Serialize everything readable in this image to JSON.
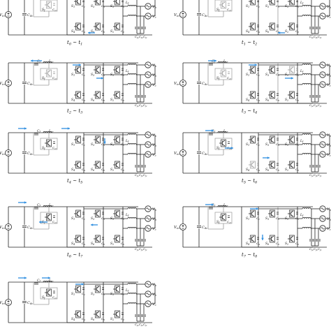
{
  "figure": {
    "labels": {
      "vin": "V_in",
      "cdc": "C_dc",
      "cf": "C_f",
      "lcr": "L_cr",
      "sf": "S_f",
      "ccr": "C_cr",
      "lf": "L_f",
      "cfa": "C_fa",
      "cfb": "C_fb",
      "cfc": "C_fc",
      "va": "V_a",
      "vb": "V_b",
      "vc": "V_c",
      "s1": "S_1",
      "s3": "S_3",
      "s5": "S_5",
      "s4": "S_4",
      "s6": "S_6",
      "s2": "S_2",
      "c1": "C_1",
      "c3": "C_3",
      "c5": "C_5",
      "c4": "C_4",
      "c6": "C_6",
      "c2": "C_2"
    },
    "panels": [
      {
        "id": "p1",
        "caption": "t0 ~ t1"
      },
      {
        "id": "p2",
        "caption": "t1 ~ t2"
      },
      {
        "id": "p3",
        "caption": "t2 ~ t3"
      },
      {
        "id": "p4",
        "caption": "t3 ~ t4"
      },
      {
        "id": "p5",
        "caption": "t4 ~ t5"
      },
      {
        "id": "p6",
        "caption": "t5 ~ t6"
      },
      {
        "id": "p7",
        "caption": "t6 ~ t7"
      },
      {
        "id": "p8",
        "caption": "t7 ~ t8"
      },
      {
        "id": "p9",
        "caption": ""
      }
    ],
    "colors": {
      "flow": "#2f8fe0",
      "wire": "#222222",
      "inactive": "#9a9a9a"
    }
  }
}
